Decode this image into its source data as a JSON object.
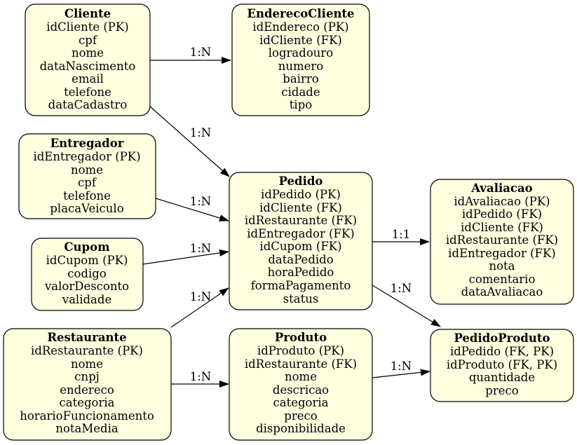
{
  "entities": {
    "cliente": {
      "title": "Cliente",
      "attrs": [
        "idCliente (PK)",
        "cpf",
        "nome",
        "dataNascimento",
        "email",
        "telefone",
        "dataCadastro"
      ]
    },
    "enderecoCliente": {
      "title": "EnderecoCliente",
      "attrs": [
        "idEndereco (PK)",
        "idCliente (FK)",
        "logradouro",
        "numero",
        "bairro",
        "cidade",
        "tipo"
      ]
    },
    "entregador": {
      "title": "Entregador",
      "attrs": [
        "idEntregador (PK)",
        "nome",
        "cpf",
        "telefone",
        "placaVeiculo"
      ]
    },
    "cupom": {
      "title": "Cupom",
      "attrs": [
        "idCupom (PK)",
        "codigo",
        "valorDesconto",
        "validade"
      ]
    },
    "pedido": {
      "title": "Pedido",
      "attrs": [
        "idPedido (PK)",
        "idCliente (FK)",
        "idRestaurante (FK)",
        "idEntregador (FK)",
        "idCupom (FK)",
        "dataPedido",
        "horaPedido",
        "formaPagamento",
        "status"
      ]
    },
    "avaliacao": {
      "title": "Avaliacao",
      "attrs": [
        "idAvaliacao (PK)",
        "idPedido (FK)",
        "idCliente (FK)",
        "idRestaurante (FK)",
        "idEntregador (FK)",
        "nota",
        "comentario",
        "dataAvaliacao"
      ]
    },
    "restaurante": {
      "title": "Restaurante",
      "attrs": [
        "idRestaurante (PK)",
        "nome",
        "cnpj",
        "endereco",
        "categoria",
        "horarioFuncionamento",
        "notaMedia"
      ]
    },
    "produto": {
      "title": "Produto",
      "attrs": [
        "idProduto (PK)",
        "idRestaurante (FK)",
        "nome",
        "descricao",
        "categoria",
        "preco",
        "disponibilidade"
      ]
    },
    "pedidoProduto": {
      "title": "PedidoProduto",
      "attrs": [
        "idPedido (FK, PK)",
        "idProduto (FK, PK)",
        "quantidade",
        "preco"
      ]
    }
  },
  "relationships": [
    {
      "id": "cliente-endereco",
      "from": "Cliente",
      "to": "EnderecoCliente",
      "label": "1:N"
    },
    {
      "id": "cliente-pedido",
      "from": "Cliente",
      "to": "Pedido",
      "label": "1:N"
    },
    {
      "id": "entregador-pedido",
      "from": "Entregador",
      "to": "Pedido",
      "label": "1:N"
    },
    {
      "id": "cupom-pedido",
      "from": "Cupom",
      "to": "Pedido",
      "label": "1:N"
    },
    {
      "id": "restaurante-pedido",
      "from": "Restaurante",
      "to": "Pedido",
      "label": "1:N"
    },
    {
      "id": "restaurante-produto",
      "from": "Restaurante",
      "to": "Produto",
      "label": "1:N"
    },
    {
      "id": "pedido-avaliacao",
      "from": "Pedido",
      "to": "Avaliacao",
      "label": "1:1"
    },
    {
      "id": "pedido-pedidoproduto",
      "from": "Pedido",
      "to": "PedidoProduto",
      "label": "1:N"
    },
    {
      "id": "produto-pedidoproduto",
      "from": "Produto",
      "to": "PedidoProduto",
      "label": "1:N"
    }
  ]
}
